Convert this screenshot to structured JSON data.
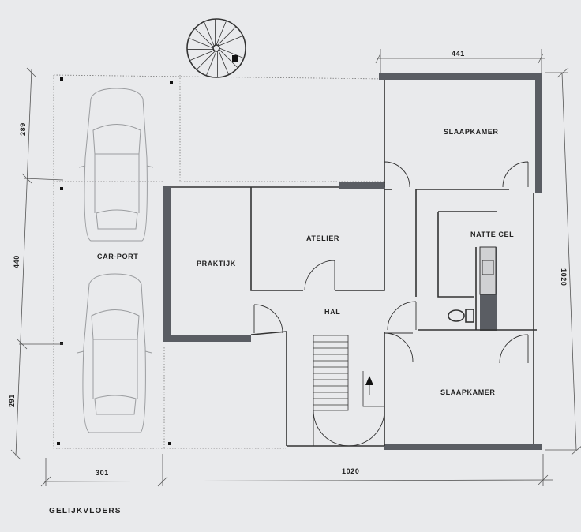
{
  "plan": {
    "floor_title": "GELIJKVLOERS",
    "rooms": {
      "slaapkamer_top": "SLAAPKAMER",
      "atelier": "ATELIER",
      "natte_cel": "NATTE CEL",
      "praktijk": "PRAKTIJK",
      "hal": "HAL",
      "slaapkamer_bottom": "SLAAPKAMER",
      "carport": "CAR-PORT"
    },
    "dimensions": {
      "top_width": "441",
      "left_top": "289",
      "left_middle": "440",
      "left_bottom": "291",
      "bottom_left": "301",
      "bottom_main": "1020",
      "right_height": "1020"
    }
  }
}
